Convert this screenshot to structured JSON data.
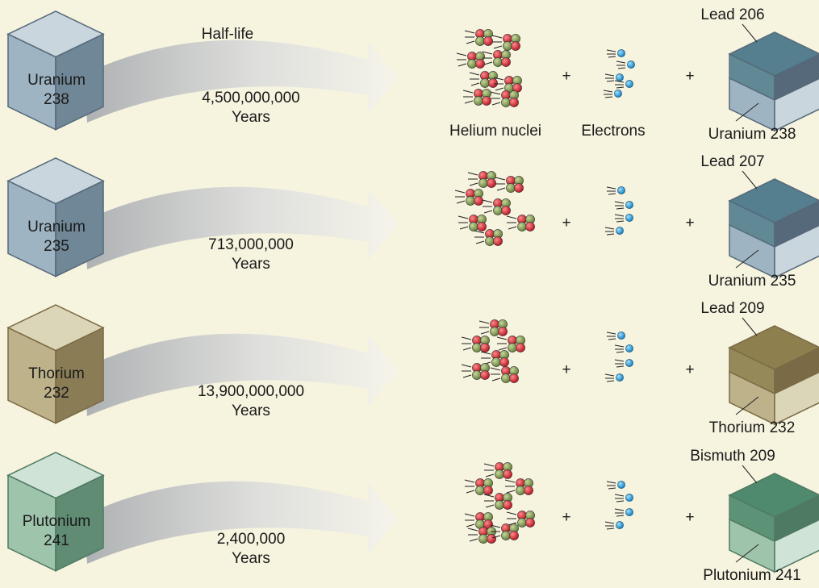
{
  "header": {
    "half_life_label": "Half-life"
  },
  "rows": [
    {
      "parent": [
        "Uranium",
        "238"
      ],
      "half_life": "4,500,000,000",
      "unit": "Years",
      "helium_label": "Helium nuclei",
      "electrons_label": "Electrons",
      "daughter": "Lead 206",
      "remaining": "Uranium 238",
      "colors": {
        "light": "#c9d6de",
        "mid": "#9fb4c2",
        "dark": "#6f8796",
        "edge": "#55697a",
        "daughter": "#557f8f"
      }
    },
    {
      "parent": [
        "Uranium",
        "235"
      ],
      "half_life": "713,000,000",
      "unit": "Years",
      "helium_label": "",
      "electrons_label": "",
      "daughter": "Lead 207",
      "remaining": "Uranium 235",
      "colors": {
        "light": "#c9d6de",
        "mid": "#9fb4c2",
        "dark": "#6f8796",
        "edge": "#55697a",
        "daughter": "#557f8f"
      }
    },
    {
      "parent": [
        "Thorium",
        "232"
      ],
      "half_life": "13,900,000,000",
      "unit": "Years",
      "helium_label": "",
      "electrons_label": "",
      "daughter": "Lead 209",
      "remaining": "Thorium 232",
      "colors": {
        "light": "#dcd6b8",
        "mid": "#bdb28a",
        "dark": "#8a7d55",
        "edge": "#7a6a45",
        "daughter": "#8d7f4e"
      }
    },
    {
      "parent": [
        "Plutonium",
        "241"
      ],
      "half_life": "2,400,000",
      "unit": "Years",
      "helium_label": "",
      "electrons_label": "",
      "daughter": "Bismuth 209",
      "remaining": "Plutonium 241",
      "colors": {
        "light": "#cfe3d6",
        "mid": "#9fc4ac",
        "dark": "#5f8c73",
        "edge": "#4f7a62",
        "daughter": "#4f8a6e"
      }
    }
  ],
  "plus_sign": "+",
  "particle_colors": {
    "helium_red": "#cf2030",
    "helium_green": "#7f9a4a",
    "electron": "#1c9ad6"
  }
}
